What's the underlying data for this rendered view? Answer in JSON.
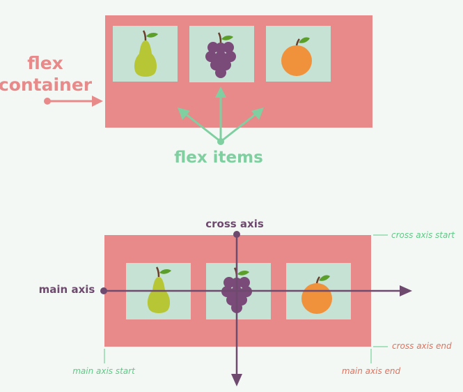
{
  "colors": {
    "background": "#f3f8f4",
    "container": "#e98a8a",
    "item": "#c6e2d4",
    "container_label": "#e98a8a",
    "items_label": "#7fcfa1",
    "axis": "#6e4a6e",
    "start_label": "#5fca87",
    "end_label": "#e0725f",
    "pear": "#b6c634",
    "grape": "#7a4b79",
    "orange": "#f0913c",
    "leaf": "#5b9e2a",
    "stem": "#6a3c2a"
  },
  "top": {
    "container_label_line1": "flex",
    "container_label_line2": "container",
    "items_label": "flex items",
    "items": [
      "pear-icon",
      "grapes-icon",
      "orange-icon"
    ]
  },
  "bottom": {
    "cross_axis_label": "cross axis",
    "main_axis_label": "main axis",
    "cross_axis_start": "cross axis start",
    "cross_axis_end": "cross axis end",
    "main_axis_start": "main axis start",
    "main_axis_end": "main axis end",
    "items": [
      "pear-icon",
      "grapes-icon",
      "orange-icon"
    ]
  }
}
